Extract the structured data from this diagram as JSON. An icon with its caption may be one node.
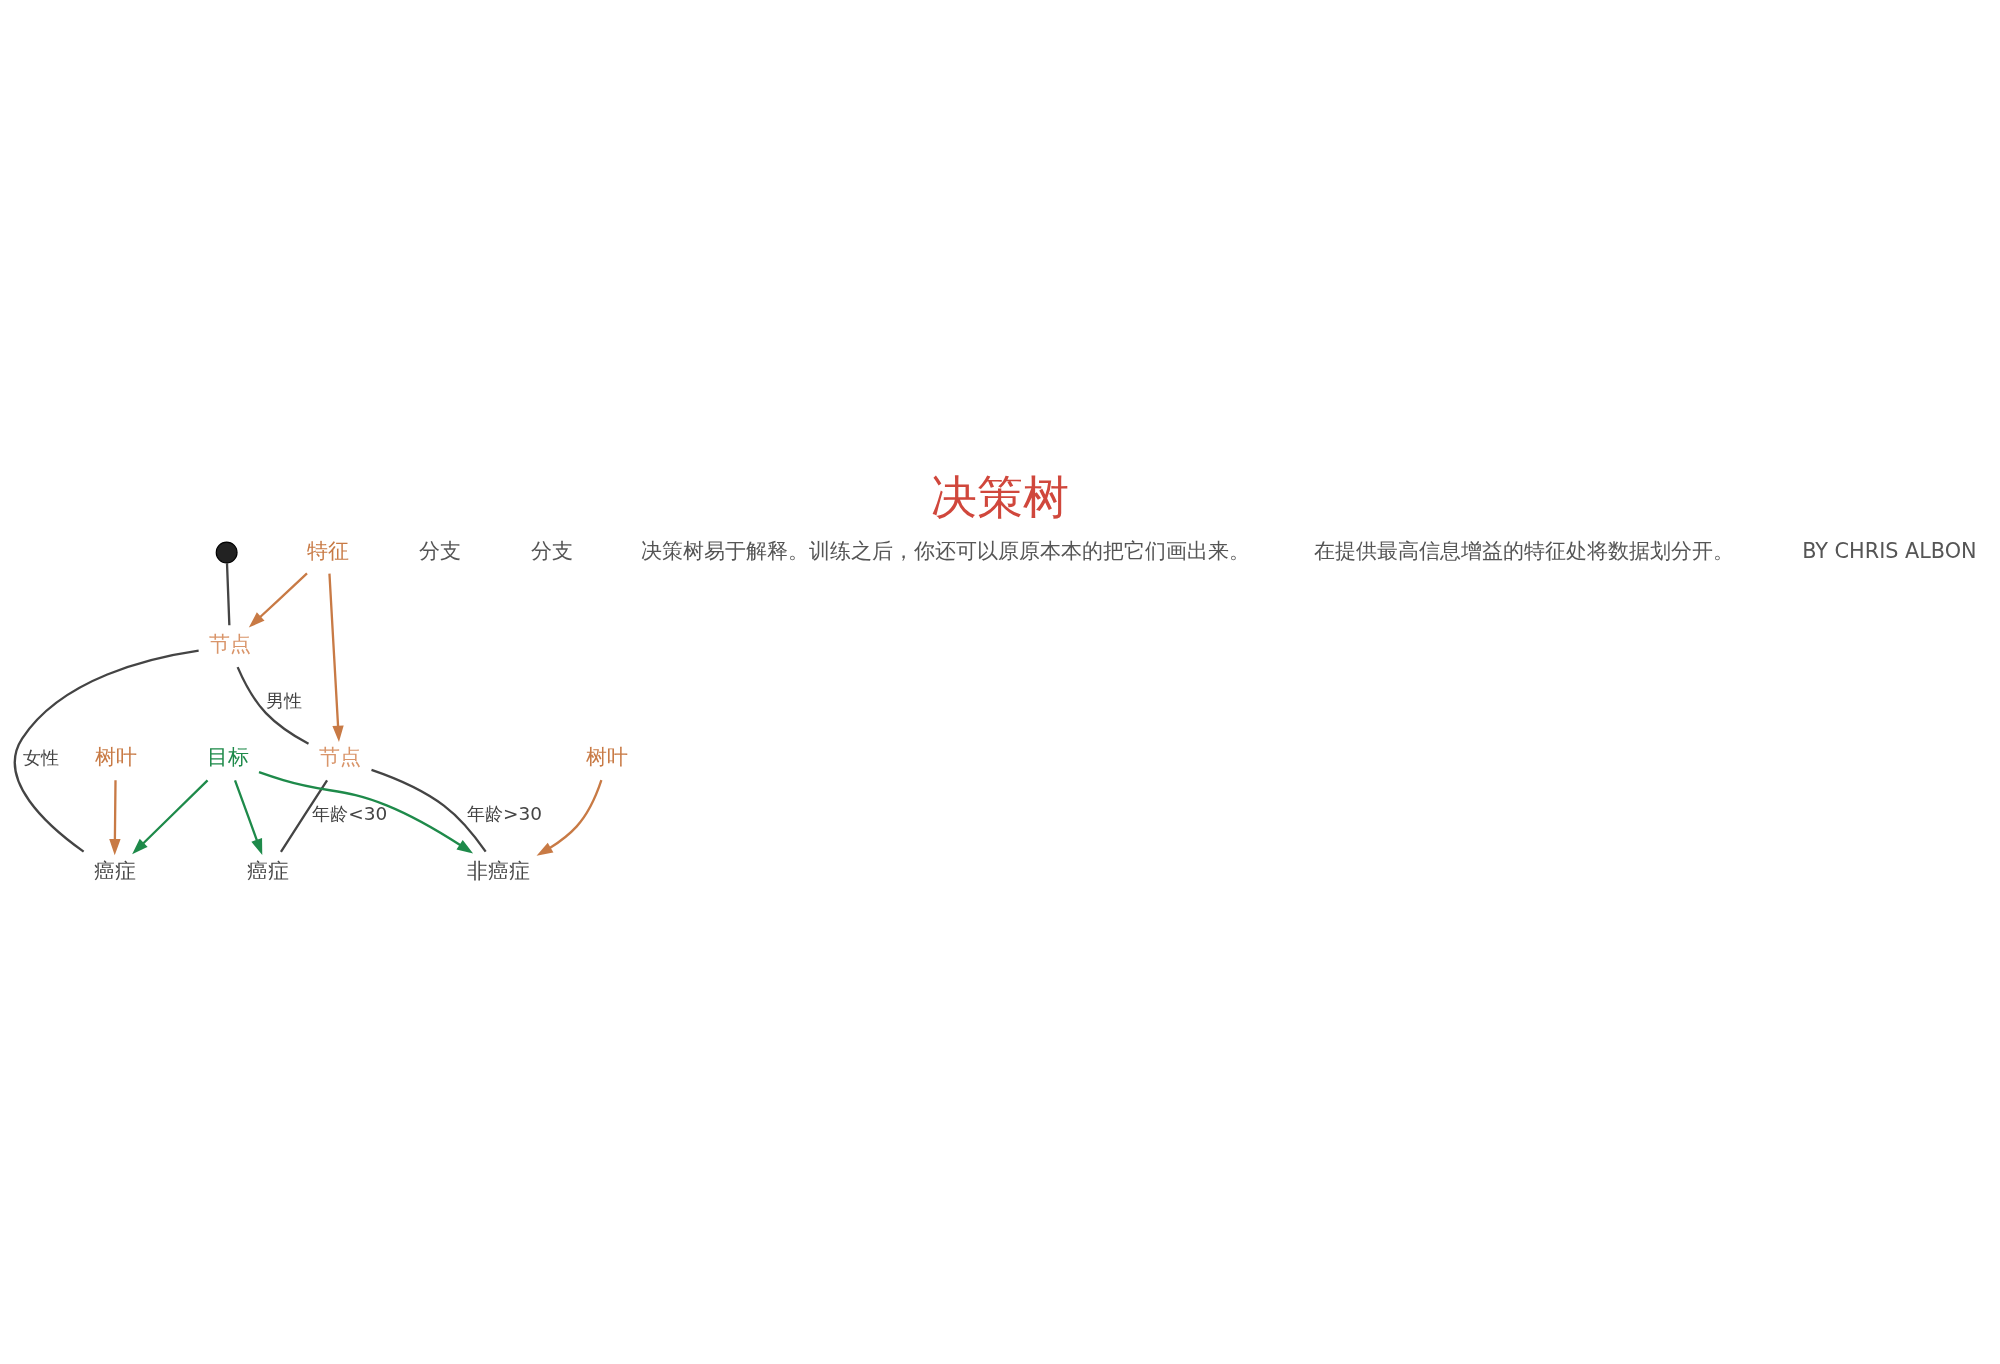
{
  "diagram": {
    "title": "决策树",
    "nodes": [
      {
        "text": [],
        "shape": "circle"
      },
      {
        "text": [
          "节点"
        ]
      },
      {
        "text": [
          "癌症"
        ]
      },
      {
        "text": [
          "节点"
        ]
      },
      {
        "text": [
          "癌症"
        ]
      },
      {
        "text": [
          "非癌症"
        ]
      },
      {
        "text": [
          "树叶"
        ]
      },
      {
        "text": [
          "特征"
        ]
      },
      {
        "text": [
          "树叶"
        ]
      },
      {
        "text": [
          "目标"
        ]
      }
    ],
    "edges": [
      {
        "from": 0,
        "to": 1,
        "arrow": "none"
      },
      {
        "from": 1,
        "to": 2,
        "arrow": "none",
        "label": "女性"
      },
      {
        "from": 1,
        "to": 3,
        "arrow": "none",
        "label": "男性"
      },
      {
        "from": 3,
        "to": 4,
        "arrow": "none",
        "label": "年龄<30"
      },
      {
        "from": 3,
        "to": 5,
        "arrow": "none",
        "label": "年龄>30"
      },
      {
        "from": 6,
        "to": 2,
        "arrow": "to",
        "color": "#c87a45"
      },
      {
        "from": 7,
        "to": 1,
        "arrow": "to",
        "color": "#c87a45"
      },
      {
        "from": 7,
        "to": 3,
        "arrow": "to",
        "color": "#c87a45"
      },
      {
        "from": 8,
        "to": 5,
        "arrow": "to",
        "color": "#c87a45"
      },
      {
        "from": 9,
        "to": 2,
        "arrow": "to",
        "color": "#1e8a4a"
      },
      {
        "from": 9,
        "to": 4,
        "arrow": "to",
        "color": "#1e8a4a"
      },
      {
        "from": 9,
        "to": 5,
        "arrow": "to",
        "color": "#1e8a4a"
      }
    ],
    "labels": [
      "分支",
      "分支",
      "决策树易于解释。训练之后，你还可以原原本本的把它们画出来。",
      "在提供最高信息增益的特征处将数据划分开。",
      "BY CHRIS ALBON"
    ]
  }
}
